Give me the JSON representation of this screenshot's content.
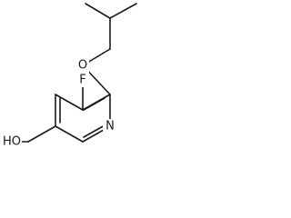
{
  "molecule": {
    "atoms": {
      "oxygen_ether": "O",
      "fluorine": "F",
      "nitrogen": "N",
      "hydroxyl": "HO"
    }
  }
}
